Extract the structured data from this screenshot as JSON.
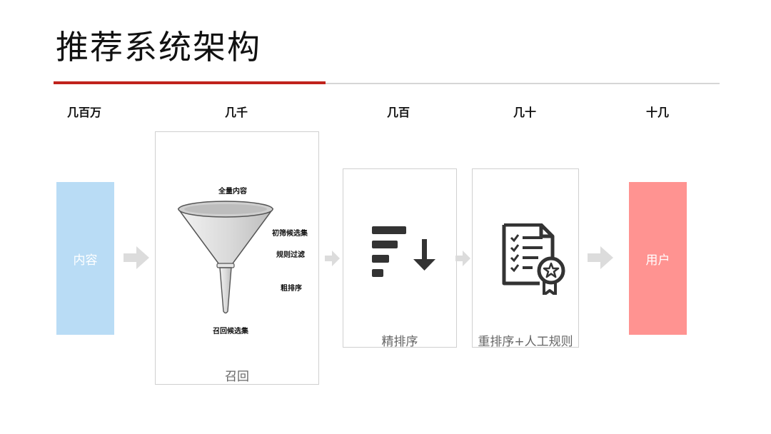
{
  "slide": {
    "title": "推荐系统架构"
  },
  "scale_labels": [
    "几百万",
    "几千",
    "几百",
    "几十",
    "十几"
  ],
  "boxes": {
    "content": {
      "label": "内容",
      "color": "#b9dcf5"
    },
    "recall": {
      "label": "召回",
      "funnel_top": "全量内容",
      "funnel_steps": [
        "初筛候选集",
        "规则过滤",
        "粗排序"
      ],
      "funnel_bottom": "召回候选集"
    },
    "fine_rank": {
      "label": "精排序"
    },
    "rerank": {
      "label": "重排序+人工规则"
    },
    "user": {
      "label": "用户",
      "color": "#ff9391"
    }
  },
  "colors": {
    "accent_red": "#c0231c",
    "arrow_gray": "#dcdcdc",
    "icon_dark": "#333333"
  },
  "icons": {
    "sort": "sort-descending-icon",
    "certificate": "certificate-checklist-icon",
    "funnel": "funnel-icon",
    "arrow": "right-arrow-icon"
  }
}
